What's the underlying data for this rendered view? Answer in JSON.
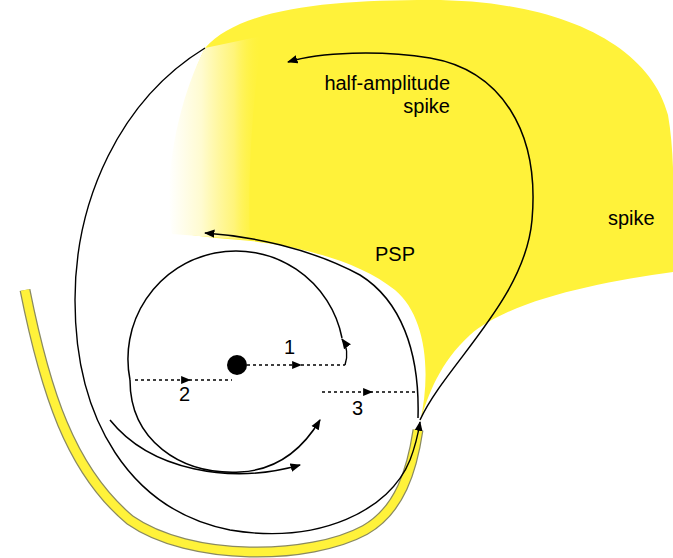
{
  "diagram": {
    "labels": [
      "half-amplitude spike",
      "PSP",
      "spike",
      "1",
      "2",
      "3"
    ]
  }
}
